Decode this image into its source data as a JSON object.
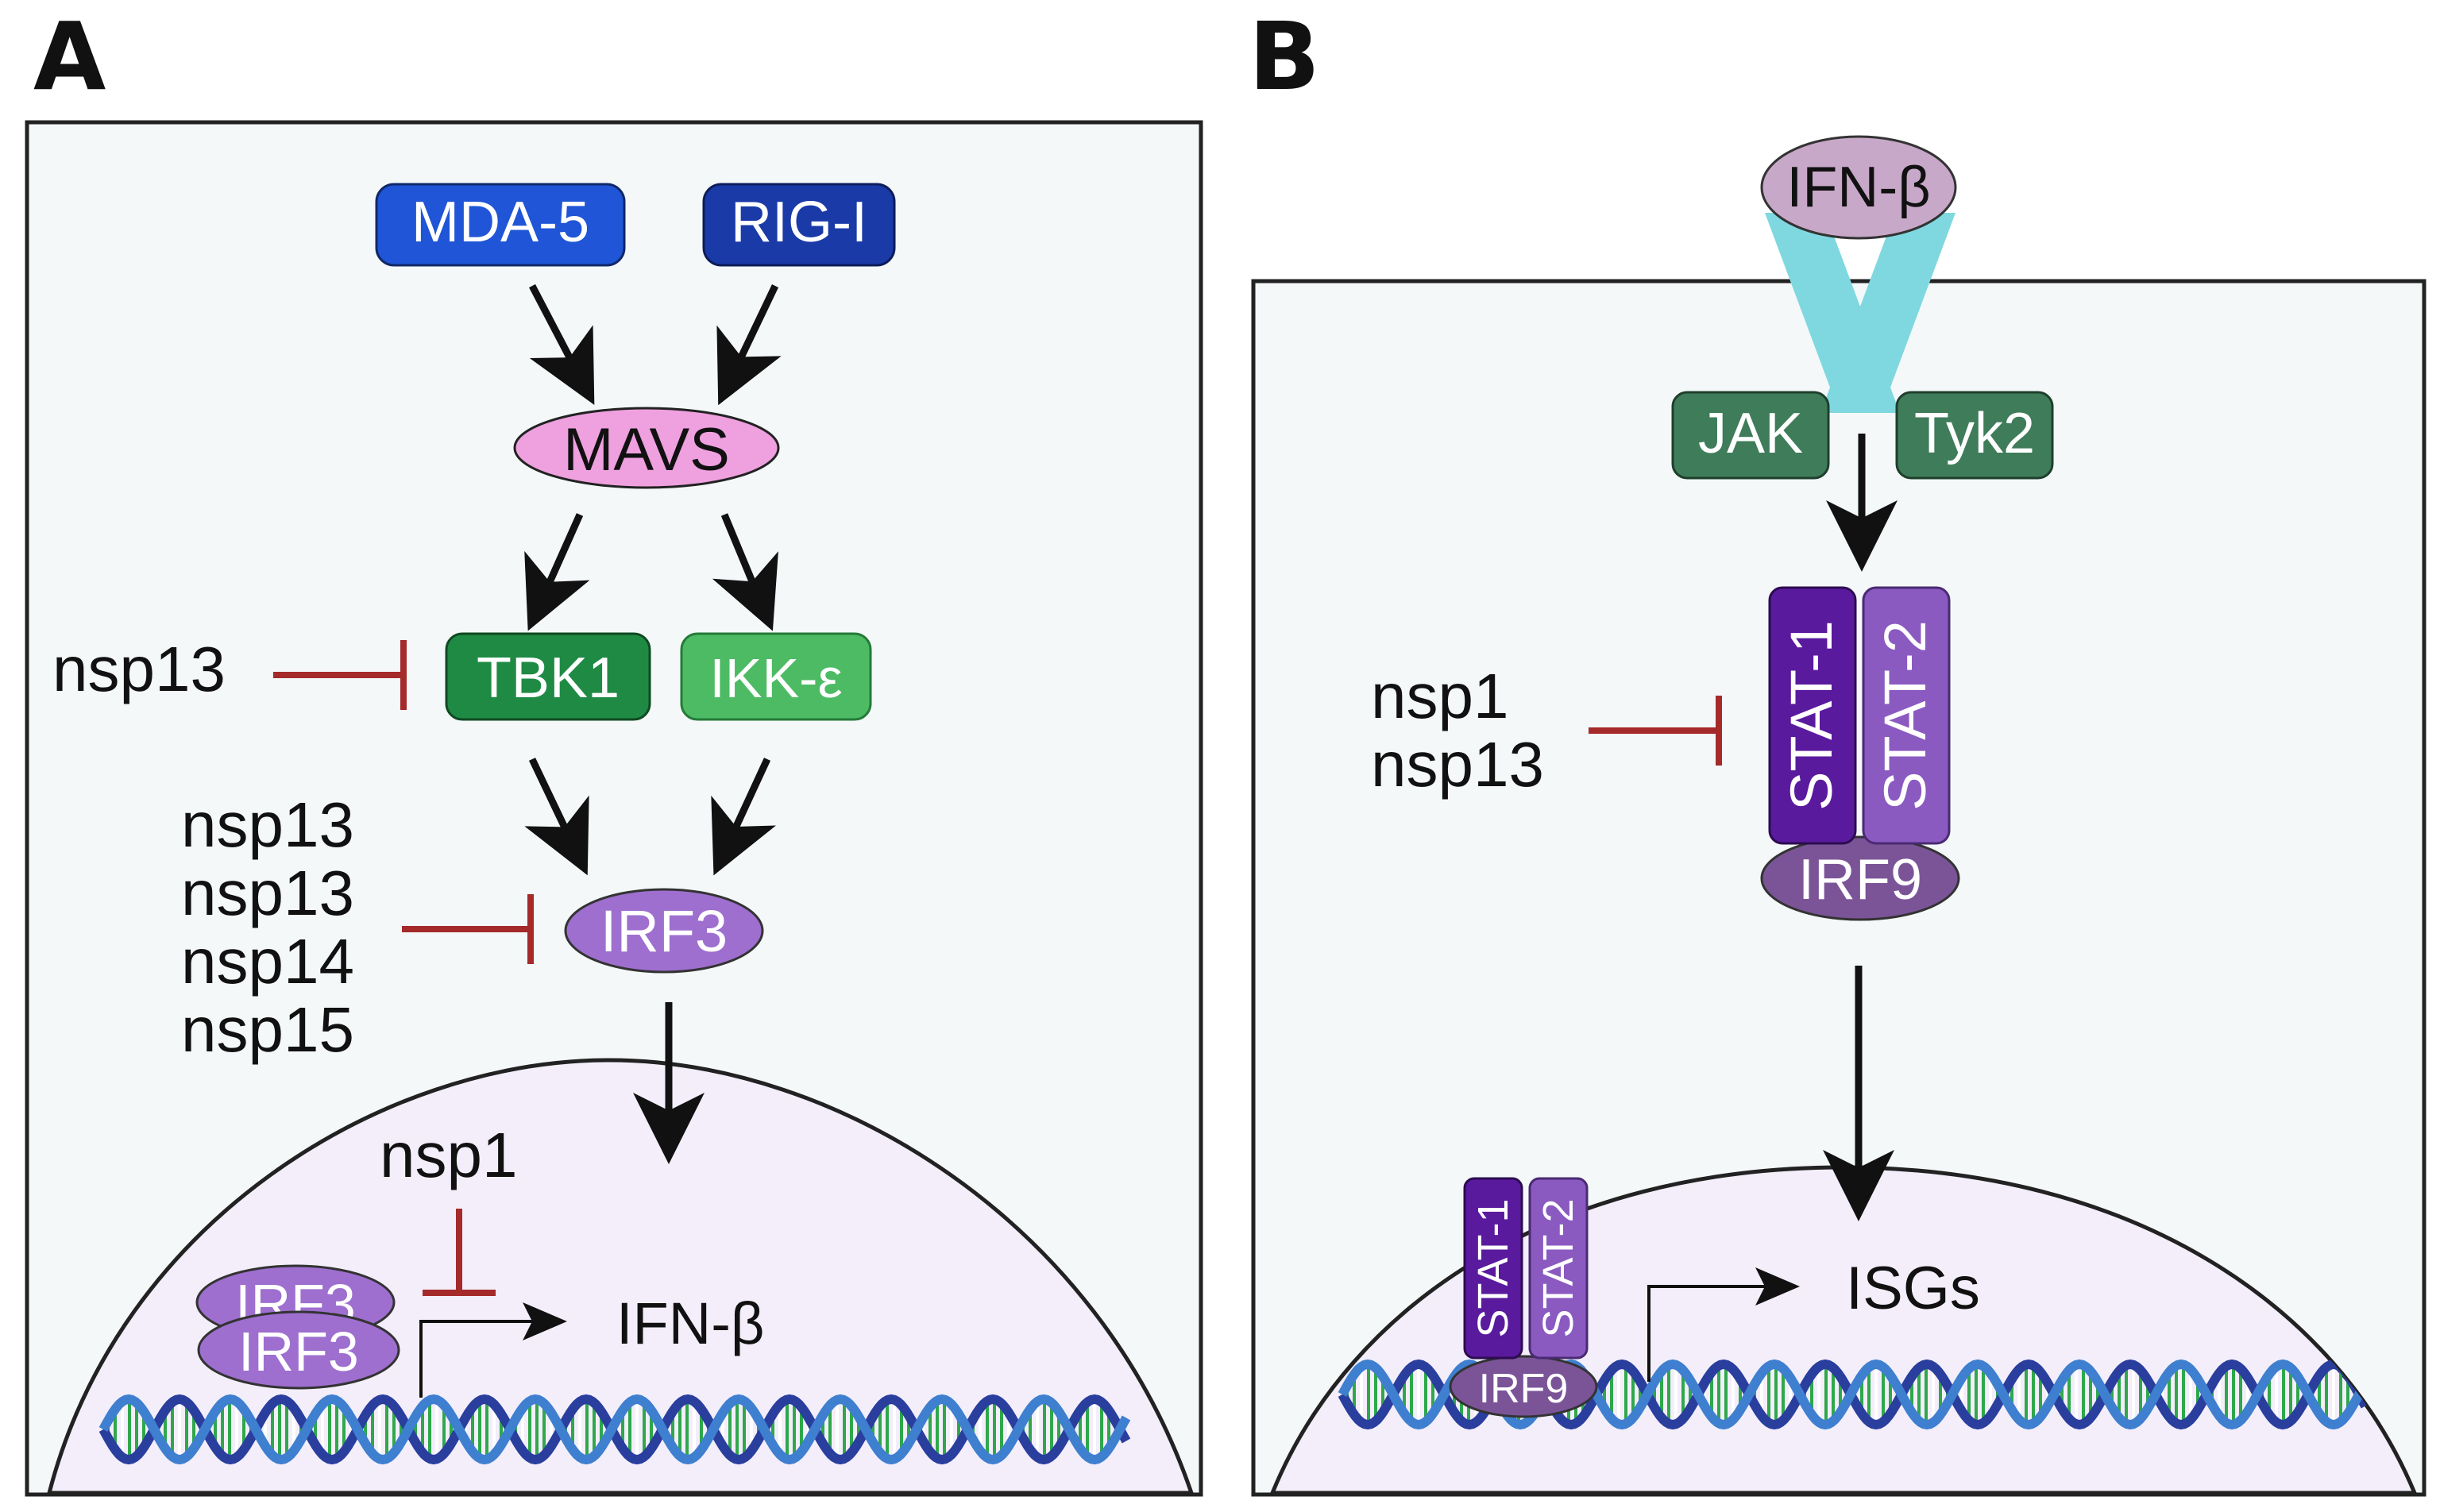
{
  "panel_a": {
    "letter": "A",
    "sensors": [
      "MDA-5",
      "RIG-I"
    ],
    "adaptor": "MAVS",
    "kinases": [
      "TBK1",
      "IKK-ε"
    ],
    "transcription_factor": "IRF3",
    "inhibitor_kinase": "nsp13",
    "inhibitors_irf3": [
      "nsp13",
      "nsp13",
      "nsp14",
      "nsp15"
    ],
    "inhibitor_nucleus": "nsp1",
    "nuclear_dimer": [
      "IRF3",
      "IRF3"
    ],
    "gene": "IFN-β"
  },
  "panel_b": {
    "letter": "B",
    "ligand": "IFN-β",
    "kinases": [
      "JAK",
      "Tyk2"
    ],
    "stat_complex": [
      "STAT-1",
      "STAT-2",
      "IRF9"
    ],
    "inhibitors": [
      "nsp1",
      "nsp13"
    ],
    "nuclear_complex": [
      "STAT-1",
      "STAT-2",
      "IRF9"
    ],
    "gene": "ISGs"
  },
  "colors": {
    "cytoplasm": "#f4f8f9",
    "nucleus": "#f3eefa",
    "mda5": "#1f55d6",
    "rigi": "#1a3aa8",
    "mavs": "#efa0df",
    "tbk1": "#1f8a44",
    "ikke": "#4dbb64",
    "irf3": "#9e6fcf",
    "inhibition": "#a52a2a",
    "receptor": "#7fd8df",
    "jak": "#3f7c5a",
    "stat1": "#5a1a9e",
    "stat2": "#8a5ac1",
    "irf9": "#7b5498",
    "ifnb_ligand": "#c8a8c8"
  }
}
